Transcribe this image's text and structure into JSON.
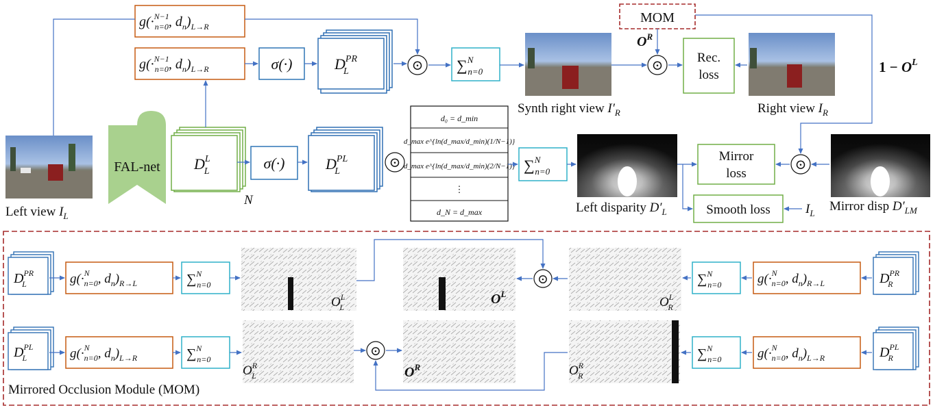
{
  "colors": {
    "arrow": "#4472c4",
    "g_box": "#c55a11",
    "sigma_box": "#2e75b6",
    "sum_box": "#2eb1c8",
    "stack_green": "#70ad47",
    "stack_blue": "#2f6fb3",
    "loss_box": "#70ad47",
    "fal_fill": "#a9d18e",
    "mom_border": "#a52a2a"
  },
  "top": {
    "mom_label": "MOM",
    "fal_net": "FAL-net",
    "g_sup": "N−1",
    "g_sub_lr": "L→R",
    "g_var_l": "n=0",
    "g_var_r": ", d",
    "g_var_r_sub": "n",
    "sigma": "σ(·)",
    "odot": "⊙",
    "sum_sup": "N",
    "sum_sub": "n=0",
    "d_sym": "D",
    "pr_sup": "PR",
    "pl_sup": "PL",
    "l_sup": "L",
    "l_sub": "L",
    "n_label": "N",
    "o_sym": "O",
    "o_r_sup": "R",
    "one_minus": "1 − ",
    "o_l_sup": "L",
    "rec_loss_1": "Rec.",
    "rec_loss_2": "loss",
    "mirror_loss_1": "Mirror",
    "mirror_loss_2": "loss",
    "smooth_loss": "Smooth loss",
    "left_view": "Left view ",
    "left_view_sym": "I",
    "left_view_sub": "L",
    "synth_right": "Synth right view ",
    "synth_sym": "I′",
    "synth_sub": "R",
    "right_view": "Right view ",
    "right_view_sym": "I",
    "right_view_sub": "R",
    "left_disp": "Left disparity ",
    "left_disp_sym": "D′",
    "left_disp_sub": "L",
    "mirror_disp": "Mirror disp ",
    "mirror_disp_sym": "D′",
    "mirror_disp_sub": "LM",
    "smooth_input_sym": "I",
    "smooth_input_sub": "L"
  },
  "disparity_table": [
    {
      "text": "d₀ = d_min"
    },
    {
      "text": "d_max e^{ln(d_max/d_min)(1/N−1)}"
    },
    {
      "text": "d_max e^{ln(d_max/d_min)(2/N−1)}"
    },
    {
      "text": "⋮"
    },
    {
      "text": "d_N = d_max"
    }
  ],
  "mom": {
    "title": "Mirrored Occlusion Module (MOM)",
    "g_sup": "N",
    "rl": "R→L",
    "lr": "L→R",
    "o_l_l_sup": "L",
    "o_l_l_sub": "L",
    "o_r_l_sup": "L",
    "o_r_l_sub": "R",
    "o_l_r_sup": "R",
    "o_l_r_sub": "L",
    "o_r_r_sup": "R",
    "o_r_r_sub": "R",
    "r_sub": "R",
    "o_out_l": "L",
    "o_out_r": "R"
  }
}
